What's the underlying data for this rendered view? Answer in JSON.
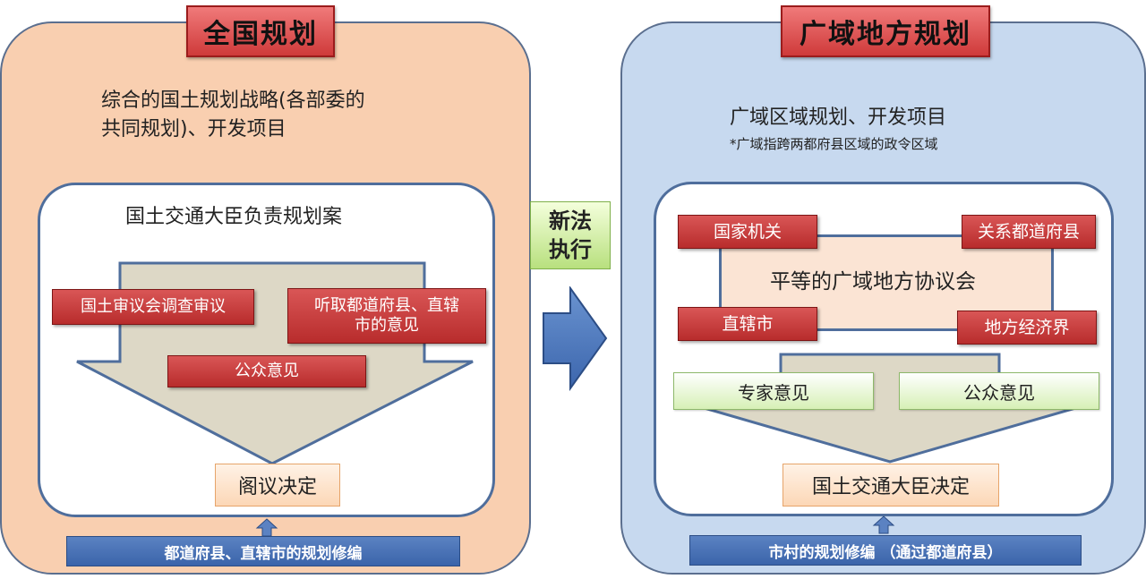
{
  "left": {
    "title": "全国规划",
    "desc_line1": "综合的国土规划战略(各部委的",
    "desc_line2": "共同规划)、开发项目",
    "inner_title": "国土交通大臣负责规划案",
    "box_review": "国土审议会调查审议",
    "box_hearing": "听取都道府县、直辖市的意见",
    "box_public": "公众意见",
    "decision": "阁议决定",
    "bottom_bar": "都道府县、直辖市的规划修编"
  },
  "middle": {
    "new_law": "新法执行"
  },
  "right": {
    "title": "广域地方规划",
    "desc_line1": "广域区域规划、开发项目",
    "note": "*广域指跨两都府县区域的政令区域",
    "box_national": "国家机关",
    "box_prefectures": "关系都道府县",
    "council": "平等的广域地方协议会",
    "box_city": "直辖市",
    "box_economy": "地方经济界",
    "box_expert": "专家意见",
    "box_public": "公众意见",
    "decision": "国土交通大臣决定",
    "bottom_bar": "市村的规划修编 （通过都道府县）"
  }
}
